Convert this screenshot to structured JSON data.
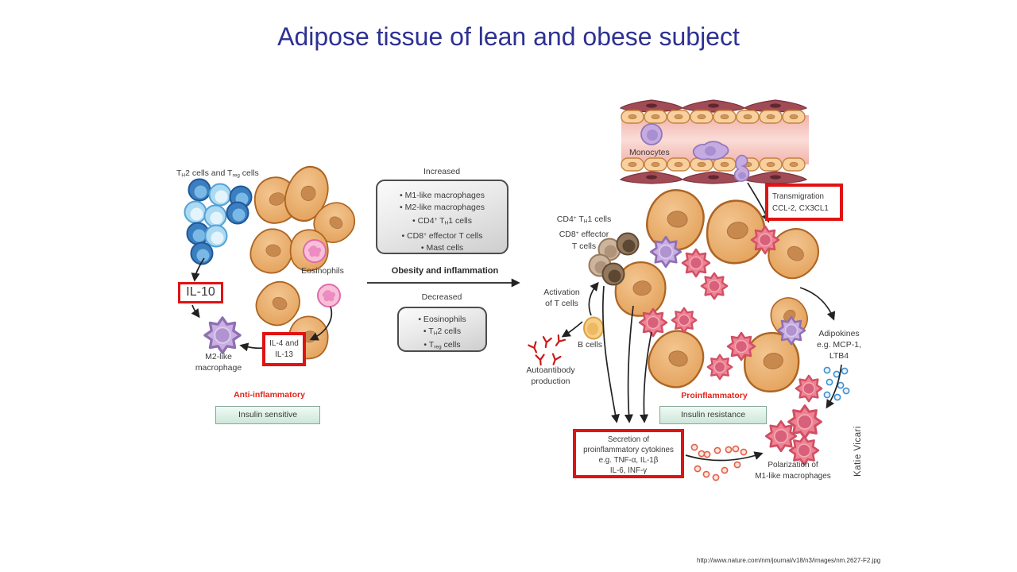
{
  "title": "Adipose tissue of lean and obese subject",
  "credit": "Katie Vicari",
  "footer": {
    "source_url": "http://www.nature.com/nm/journal/v18/n3/images/nm.2627-F2.jpg"
  },
  "colors": {
    "title_text": "#2e3192",
    "annotation_box_border": "#e01313",
    "inflammatory_label_text": "#e2231a",
    "status_box_bg": "#d8eee3",
    "adipocyte_fill": "#e8a45f",
    "m1_macrophage_fill": "#ef8292",
    "m2_macrophage_fill": "#c9b0e2",
    "t_cell_fill": "#3b7fc0",
    "eosinophil_fill": "#f8c0d8",
    "b_cell_fill": "#f8cf82"
  },
  "lean": {
    "th2_treg_label": [
      {
        "t": "T"
      },
      {
        "t": "H",
        "s": "sub"
      },
      {
        "t": "2 cells and T"
      },
      {
        "t": "reg",
        "s": "sub"
      },
      {
        "t": " cells"
      }
    ],
    "eosinophils_label": "Eosinophils",
    "il10_box_label": "IL-10",
    "il4_box_line1": "IL-4 and",
    "il4_box_line2": "IL-13",
    "m2_label_line1": "M2-like",
    "m2_label_line2": "macrophage",
    "category_label": "Anti-inflammatory",
    "status_label": "Insulin sensitive"
  },
  "transition": {
    "increased_title": "Increased",
    "increased_items": [
      [
        {
          "t": "• M1-like macrophages"
        }
      ],
      [
        {
          "t": "• M2-like macrophages"
        }
      ],
      [
        {
          "t": "• CD4"
        },
        {
          "t": "+",
          "s": "sup"
        },
        {
          "t": " T"
        },
        {
          "t": "H",
          "s": "sub"
        },
        {
          "t": "1 cells"
        }
      ],
      [
        {
          "t": "• CD8"
        },
        {
          "t": "+",
          "s": "sup"
        },
        {
          "t": " effector T cells"
        }
      ],
      [
        {
          "t": "• Mast cells"
        }
      ]
    ],
    "axis_label": "Obesity and inflammation",
    "decreased_title": "Decreased",
    "decreased_items": [
      [
        {
          "t": "• Eosinophils"
        }
      ],
      [
        {
          "t": "• T"
        },
        {
          "t": "H",
          "s": "sub"
        },
        {
          "t": "2 cells"
        }
      ],
      [
        {
          "t": "• T"
        },
        {
          "t": "reg",
          "s": "sub"
        },
        {
          "t": " cells"
        }
      ]
    ]
  },
  "obese": {
    "monocytes_label": "Monocytes",
    "transmigration_line1": "Transmigration",
    "transmigration_line2": "CCL-2, CX3CL1",
    "t_cell_lines": [
      [
        {
          "t": "CD4"
        },
        {
          "t": "+",
          "s": "sup"
        },
        {
          "t": " T"
        },
        {
          "t": "H",
          "s": "sub"
        },
        {
          "t": "1 cells"
        }
      ],
      [
        {
          "t": "CD8"
        },
        {
          "t": "+",
          "s": "sup"
        },
        {
          "t": " effector"
        }
      ],
      [
        {
          "t": "T cells"
        }
      ]
    ],
    "activation_line1": "Activation",
    "activation_line2": "of T cells",
    "b_cells_label": "B cells",
    "autoantibody_line1": "Autoantibody",
    "autoantibody_line2": "production",
    "category_label": "Proinflammatory",
    "status_label": "Insulin resistance",
    "secretion_lines": [
      "Secretion of",
      "proinflammatory cytokines",
      "e.g. TNF-α, IL-1β",
      "IL-6, INF-γ"
    ],
    "polarization_line1": "Polarization of",
    "polarization_line2": "M1-like macrophages",
    "adipokines_lines": [
      "Adipokines",
      "e.g. MCP-1,",
      "LTB4"
    ]
  }
}
